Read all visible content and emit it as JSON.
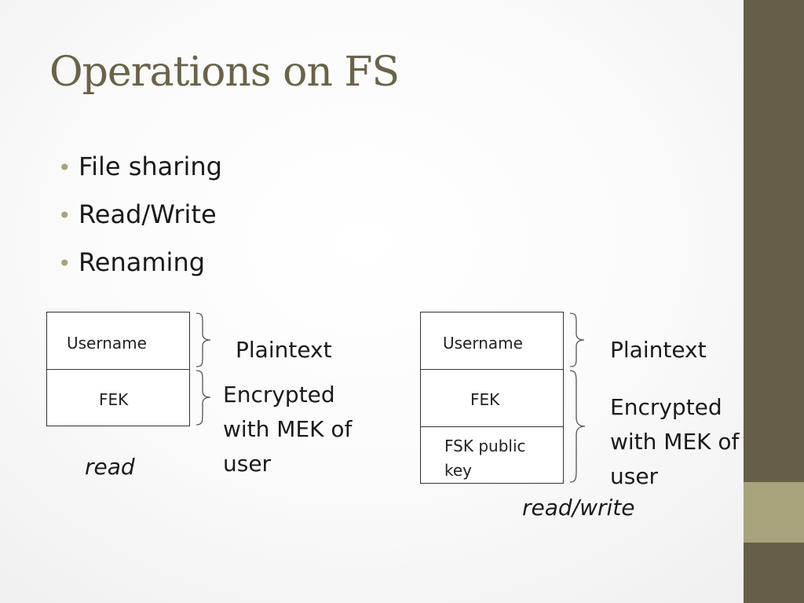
{
  "slide": {
    "title": "Operations on FS",
    "bullets": [
      "File sharing",
      "Read/Write",
      "Renaming"
    ],
    "bullet_symbol": "•"
  },
  "read_diagram": {
    "cells": [
      "Username",
      "FEK"
    ],
    "plaintext_label": "Plaintext",
    "encrypted_label": [
      "Encrypted",
      "with MEK of",
      "user"
    ],
    "caption": "read"
  },
  "write_diagram": {
    "cells": [
      "Username",
      "FEK",
      "FSK public",
      "key"
    ],
    "plaintext_label": "Plaintext",
    "encrypted_label": [
      "Encrypted",
      "with MEK of",
      "user"
    ],
    "caption": "read/write"
  },
  "colors": {
    "accent": "#665e49",
    "accent_light": "#a8a37d",
    "title": "#6a6349"
  }
}
